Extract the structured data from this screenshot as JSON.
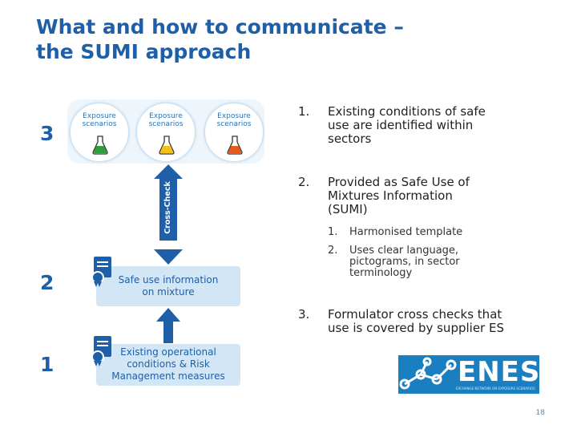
{
  "title": {
    "line1": "What and how to communicate –",
    "line2": "the SUMI approach"
  },
  "diagram": {
    "steps": [
      "1",
      "2",
      "3"
    ],
    "exposure_scenarios": [
      {
        "line1": "Exposure",
        "line2": "scenarios",
        "flask_color": "#2e9e3e"
      },
      {
        "line1": "Exposure",
        "line2": "scenarios",
        "flask_color": "#f2c21b"
      },
      {
        "line1": "Exposure",
        "line2": "scenarios",
        "flask_color": "#e8581d"
      }
    ],
    "cross_check_label": "Cross-Check",
    "safe_use_box": {
      "line1": "Safe use information",
      "line2": "on mixture"
    },
    "existing_box": {
      "line1": "Existing operational",
      "line2": "conditions & Risk",
      "line3": "Management measures"
    },
    "colors": {
      "primary": "#1f5fa8",
      "box_fill": "#d2e6f5"
    }
  },
  "list": {
    "item1": {
      "num": "1.",
      "line1": "Existing conditions of safe",
      "line2": "use are identified within",
      "line3": "sectors"
    },
    "item2": {
      "num": "2.",
      "line1": "Provided as Safe Use of",
      "line2": "Mixtures Information",
      "line3": "(SUMI)",
      "sub": [
        {
          "num": "1.",
          "line1": "Harmonised template"
        },
        {
          "num": "2.",
          "line1": "Uses clear language,",
          "line2": "pictograms, in sector",
          "line3": "terminology"
        }
      ]
    },
    "item3": {
      "num": "3.",
      "line1": "Formulator cross checks that",
      "line2": "use is covered by supplier ES"
    }
  },
  "logo": {
    "text": "ENES",
    "tagline": "EXCHANGE NETWORK ON EXPOSURE SCENARIOS",
    "color": "#1a7fc1"
  },
  "page_number": "18"
}
